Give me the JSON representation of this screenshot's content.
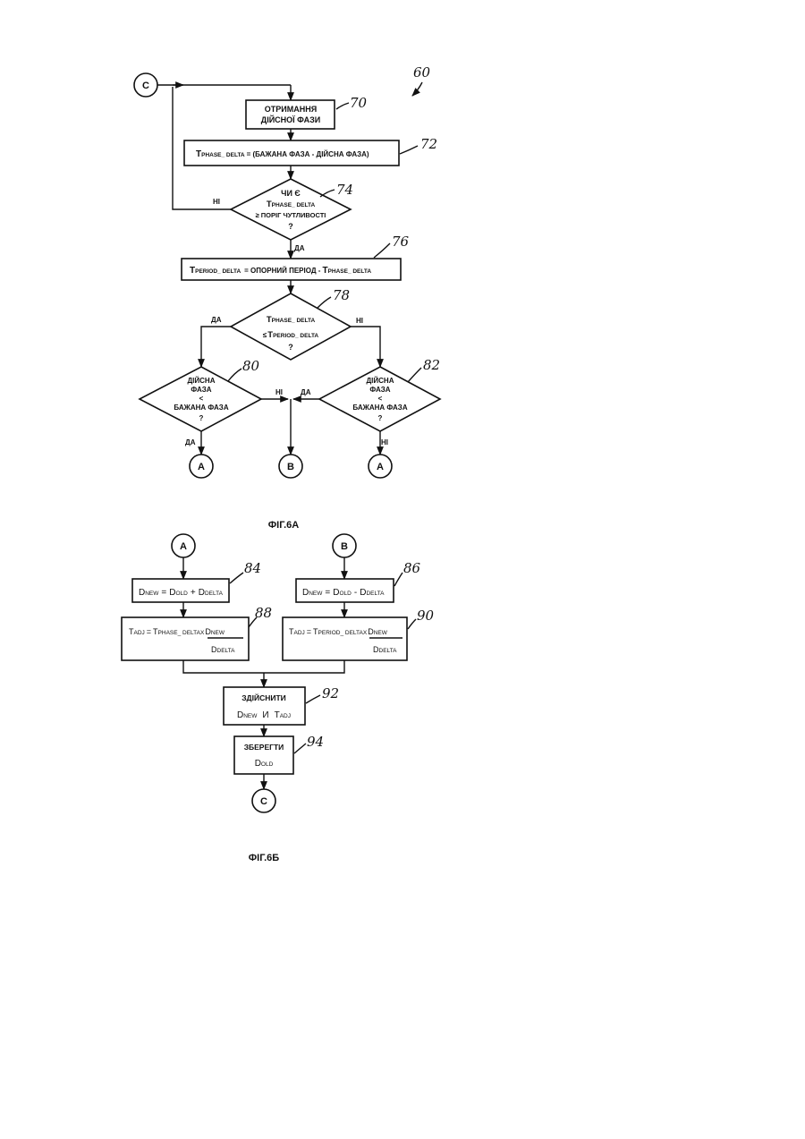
{
  "fig_a": {
    "caption": "ФІГ.6А",
    "ref_60": "60",
    "connector_c_top": "C",
    "box70": {
      "ref": "70",
      "line1": "ОТРИМАННЯ",
      "line2": "ДІЙСНОЇ ФАЗИ"
    },
    "box72": {
      "ref": "72",
      "text": "= (БАЖАНА ФАЗА - ДІЙСНА ФАЗА)",
      "t_main": "T",
      "t_sub": "PHASE_ DELTA"
    },
    "dec74": {
      "ref": "74",
      "line1": "ЧИ Є",
      "t_main": "T",
      "t_sub": "PHASE_ DELTA",
      "line3": "≥ ПОРІГ ЧУТЛИВОСТІ",
      "line4": "?",
      "no_label": "НІ",
      "yes_label": "ДА"
    },
    "box76": {
      "ref": "76",
      "t1_main": "T",
      "t1_sub": "PERIOD_ DELTA",
      "mid": "= ОПОРНИЙ ПЕРІОД -",
      "t2_main": "T",
      "t2_sub": "PHASE_ DELTA"
    },
    "dec78": {
      "ref": "78",
      "t1_main": "T",
      "t1_sub": "PHASE_ DELTA",
      "le": "≤",
      "t2_main": "T",
      "t2_sub": "PERIOD_ DELTA",
      "q": "?",
      "yes_label": "ДА",
      "no_label": "НІ"
    },
    "dec80": {
      "ref": "80",
      "line1": "ДІЙСНА",
      "line2": "ФАЗА",
      "line3": "<",
      "line4": "БАЖАНА ФАЗА",
      "line5": "?",
      "yes_label": "ДА",
      "no_label": "НІ"
    },
    "dec82": {
      "ref": "82",
      "line1": "ДІЙСНА",
      "line2": "ФАЗА",
      "line3": "<",
      "line4": "БАЖАНА ФАЗА",
      "line5": "?",
      "yes_label": "ДА",
      "no_label": "НІ"
    },
    "conn_a_left": "A",
    "conn_b": "B",
    "conn_a_right": "A"
  },
  "fig_b": {
    "caption": "ФІГ.6Б",
    "conn_a": "A",
    "conn_b": "B",
    "box84": {
      "ref": "84",
      "d1": "D",
      "d1_sub": "NEW",
      "eq": "=",
      "d2": "D",
      "d2_sub": "OLD",
      "op": "+",
      "d3": "D",
      "d3_sub": "DELTA"
    },
    "box86": {
      "ref": "86",
      "d1": "D",
      "d1_sub": "NEW",
      "eq": "=",
      "d2": "D",
      "d2_sub": "OLD",
      "op": "-",
      "d3": "D",
      "d3_sub": "DELTA"
    },
    "box88": {
      "ref": "88",
      "t1": "T",
      "t1_sub": "ADJ",
      "eq": "=",
      "t2": "T",
      "t2_sub": "PHASE_ DELTA",
      "x": "X",
      "num": "D",
      "num_sub": "NEW",
      "den": "D",
      "den_sub": "DELTA"
    },
    "box90": {
      "ref": "90",
      "t1": "T",
      "t1_sub": "ADJ",
      "eq": "=",
      "t2": "T",
      "t2_sub": "PERIOD_ DELTA",
      "x": "X",
      "num": "D",
      "num_sub": "NEW",
      "den": "D",
      "den_sub": "DELTA"
    },
    "box92": {
      "ref": "92",
      "line1": "ЗДІЙСНИТИ",
      "d": "D",
      "d_sub": "NEW",
      "and": "И",
      "t": "T",
      "t_sub": "ADJ"
    },
    "box94": {
      "ref": "94",
      "line1": "ЗБЕРЕГТИ",
      "d": "D",
      "d_sub": "OLD"
    },
    "conn_c": "C"
  }
}
